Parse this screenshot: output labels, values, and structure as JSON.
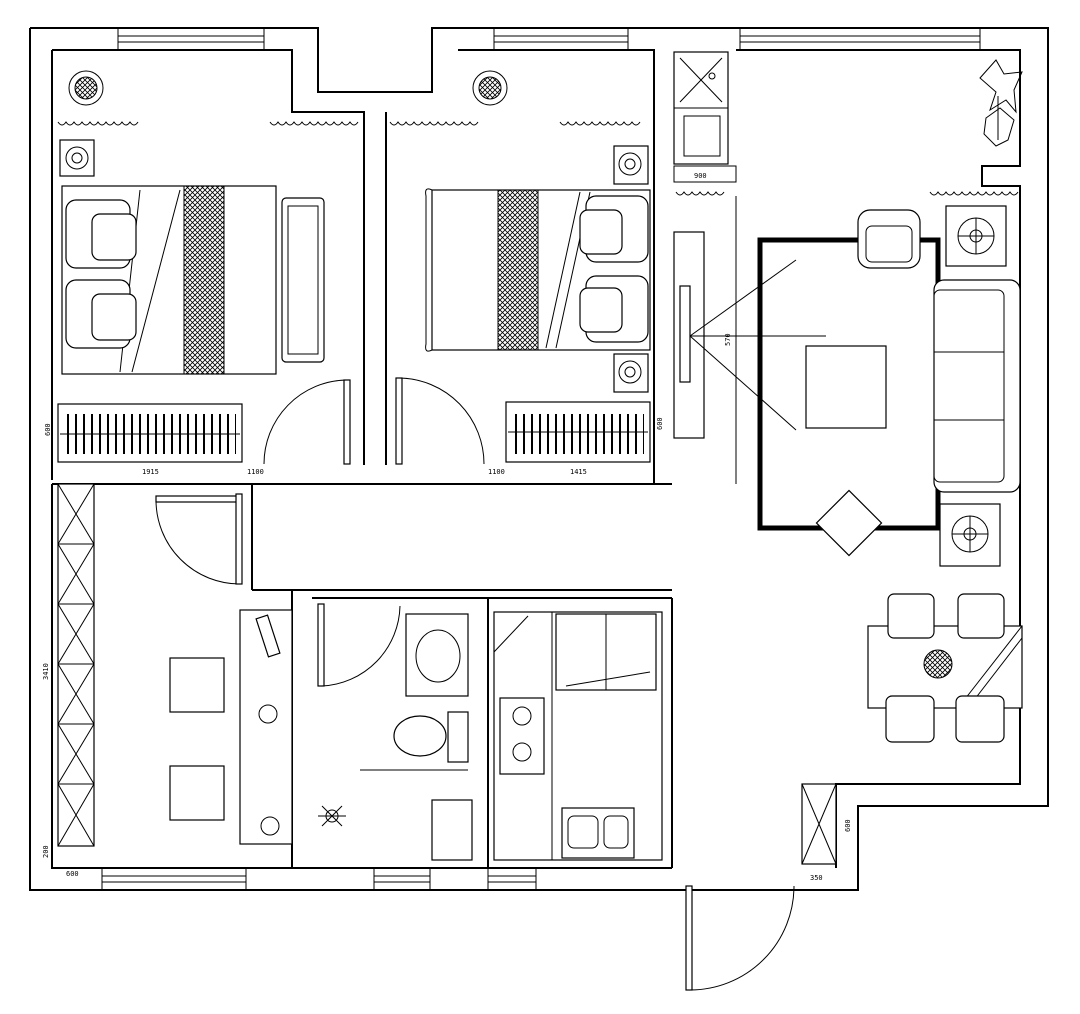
{
  "dimensions": {
    "bed1_width": "1915",
    "bed1_gap": "1100",
    "bed2_gap": "1100",
    "bed2_width": "1415",
    "bed1_depth": "600",
    "bed2_depth": "600",
    "shower_width": "900",
    "study_length": "3410",
    "study_bottom": "200",
    "study_corner": "600",
    "cabinet_height": "600",
    "cabinet_width": "350",
    "plant_label": "570"
  }
}
